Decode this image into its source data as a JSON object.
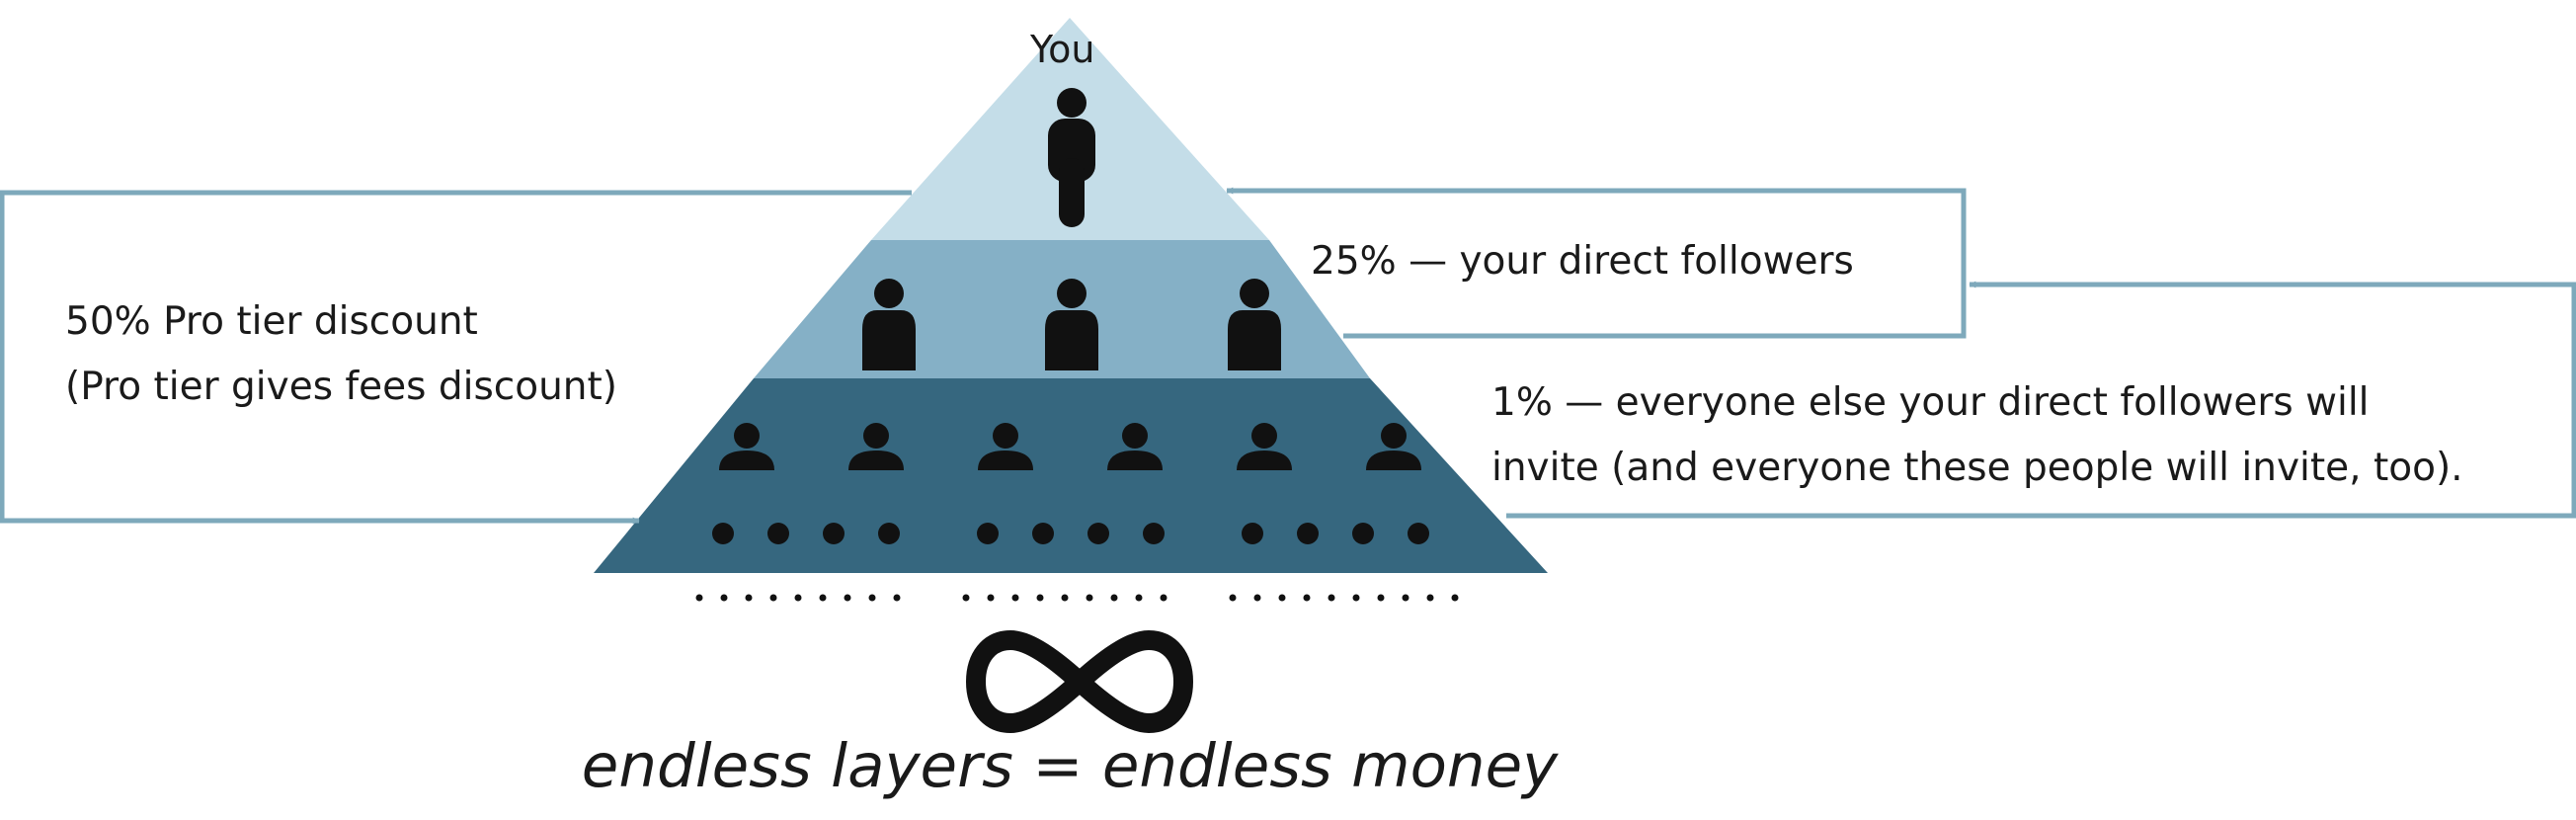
{
  "labels": {
    "top": "You",
    "left": [
      "50% Pro tier discount",
      "(Pro tier gives fees discount)"
    ],
    "tier2": "25% — your direct followers",
    "tier3": [
      "1% — everyone else your direct followers will",
      "invite (and everyone these people will invite, too)."
    ],
    "bottom": "endless layers = endless money"
  },
  "colors": {
    "tier1": "#c4dde8",
    "tier2": "#85b0c6",
    "tier3": "#36677f",
    "arrow": "#7ea9bb",
    "icon": "#111111"
  },
  "icons": {
    "top": "person-standing-icon",
    "middle": "person-bust-icon",
    "lower": "person-silhouette-icon",
    "dots": "dot-icon",
    "infinity": "infinity-icon"
  }
}
